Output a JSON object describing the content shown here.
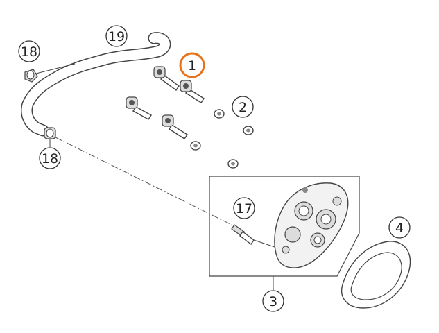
{
  "callouts": [
    {
      "id": "c19",
      "label": "19"
    },
    {
      "id": "c18a",
      "label": "18"
    },
    {
      "id": "c1",
      "label": "1",
      "highlighted": true
    },
    {
      "id": "c2",
      "label": "2"
    },
    {
      "id": "c18b",
      "label": "18"
    },
    {
      "id": "c17",
      "label": "17"
    },
    {
      "id": "c4",
      "label": "4"
    },
    {
      "id": "c3",
      "label": "3"
    }
  ],
  "colors": {
    "line": "#444444",
    "highlight": "#e8731a",
    "background": "#ffffff"
  }
}
